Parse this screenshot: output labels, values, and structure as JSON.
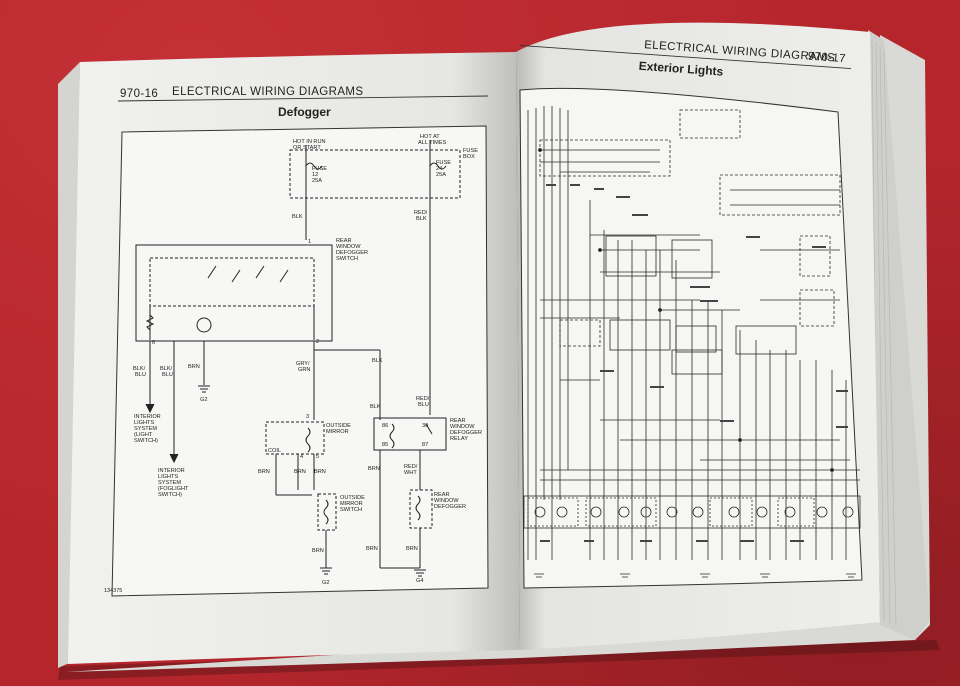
{
  "left_page": {
    "page_number": "970-16",
    "header": "ELECTRICAL WIRING DIAGRAMS",
    "title": "Defogger",
    "figure_id": "134375",
    "labels": {
      "hot_run_start": [
        "HOT IN RUN",
        "OR START"
      ],
      "hot_all_times": [
        "HOT AT",
        "ALL TIMES"
      ],
      "fuse_box": [
        "FUSE",
        "BOX"
      ],
      "fuse12": [
        "FUSE",
        "12",
        "25A"
      ],
      "fuse24": [
        "FUSE",
        "24",
        "25A"
      ],
      "blk": "BLK",
      "red_blk": [
        "RED/",
        "BLK"
      ],
      "rear_window_defogger_switch": [
        "REAR",
        "WINDOW",
        "DEFOGGER",
        "SWITCH"
      ],
      "blk_blu_1": [
        "BLK/",
        "BLU"
      ],
      "blk_blu_2": [
        "BLK/",
        "BLU"
      ],
      "brn": "BRN",
      "g2": "G2",
      "gry_grn": [
        "GRY/",
        "GRN"
      ],
      "blk2": "BLK",
      "interior_lights_light_switch": [
        "INTERIOR",
        "LIGHTS",
        "SYSTEM",
        "(LIGHT",
        "SWITCH)"
      ],
      "interior_lights_foglight_switch": [
        "INTERIOR",
        "LIGHTS",
        "SYSTEM",
        "(FOGLIGHT",
        "SWITCH)"
      ],
      "outside_mirror": [
        "OUTSIDE",
        "MIRROR"
      ],
      "coil": "COIL",
      "blk3": "BLK",
      "red_blu": [
        "RED/",
        "BLU"
      ],
      "rear_window_defogger_relay": [
        "REAR",
        "WINDOW",
        "DEFOGGER",
        "RELAY"
      ],
      "brn_a": "BRN",
      "brn_b": "BRN",
      "brn_c": "BRN",
      "brn_d": "BRN",
      "red_wht": [
        "RED/",
        "WHT"
      ],
      "outside_mirror_switch": [
        "OUTSIDE",
        "MIRROR",
        "SWITCH"
      ],
      "rear_window_defogger": [
        "REAR",
        "WINDOW",
        "DEFOGGER"
      ],
      "brn_e": "BRN",
      "brn_f": "BRN",
      "brn_g": "BRN",
      "g2b": "G2",
      "g4": "G4",
      "pins": [
        "1",
        "2",
        "3",
        "4",
        "5",
        "6",
        "85",
        "86",
        "87",
        "30"
      ]
    }
  },
  "right_page": {
    "header": "ELECTRICAL WIRING DIAGRAMS",
    "page_number": "970-17",
    "title": "Exterior Lights"
  }
}
